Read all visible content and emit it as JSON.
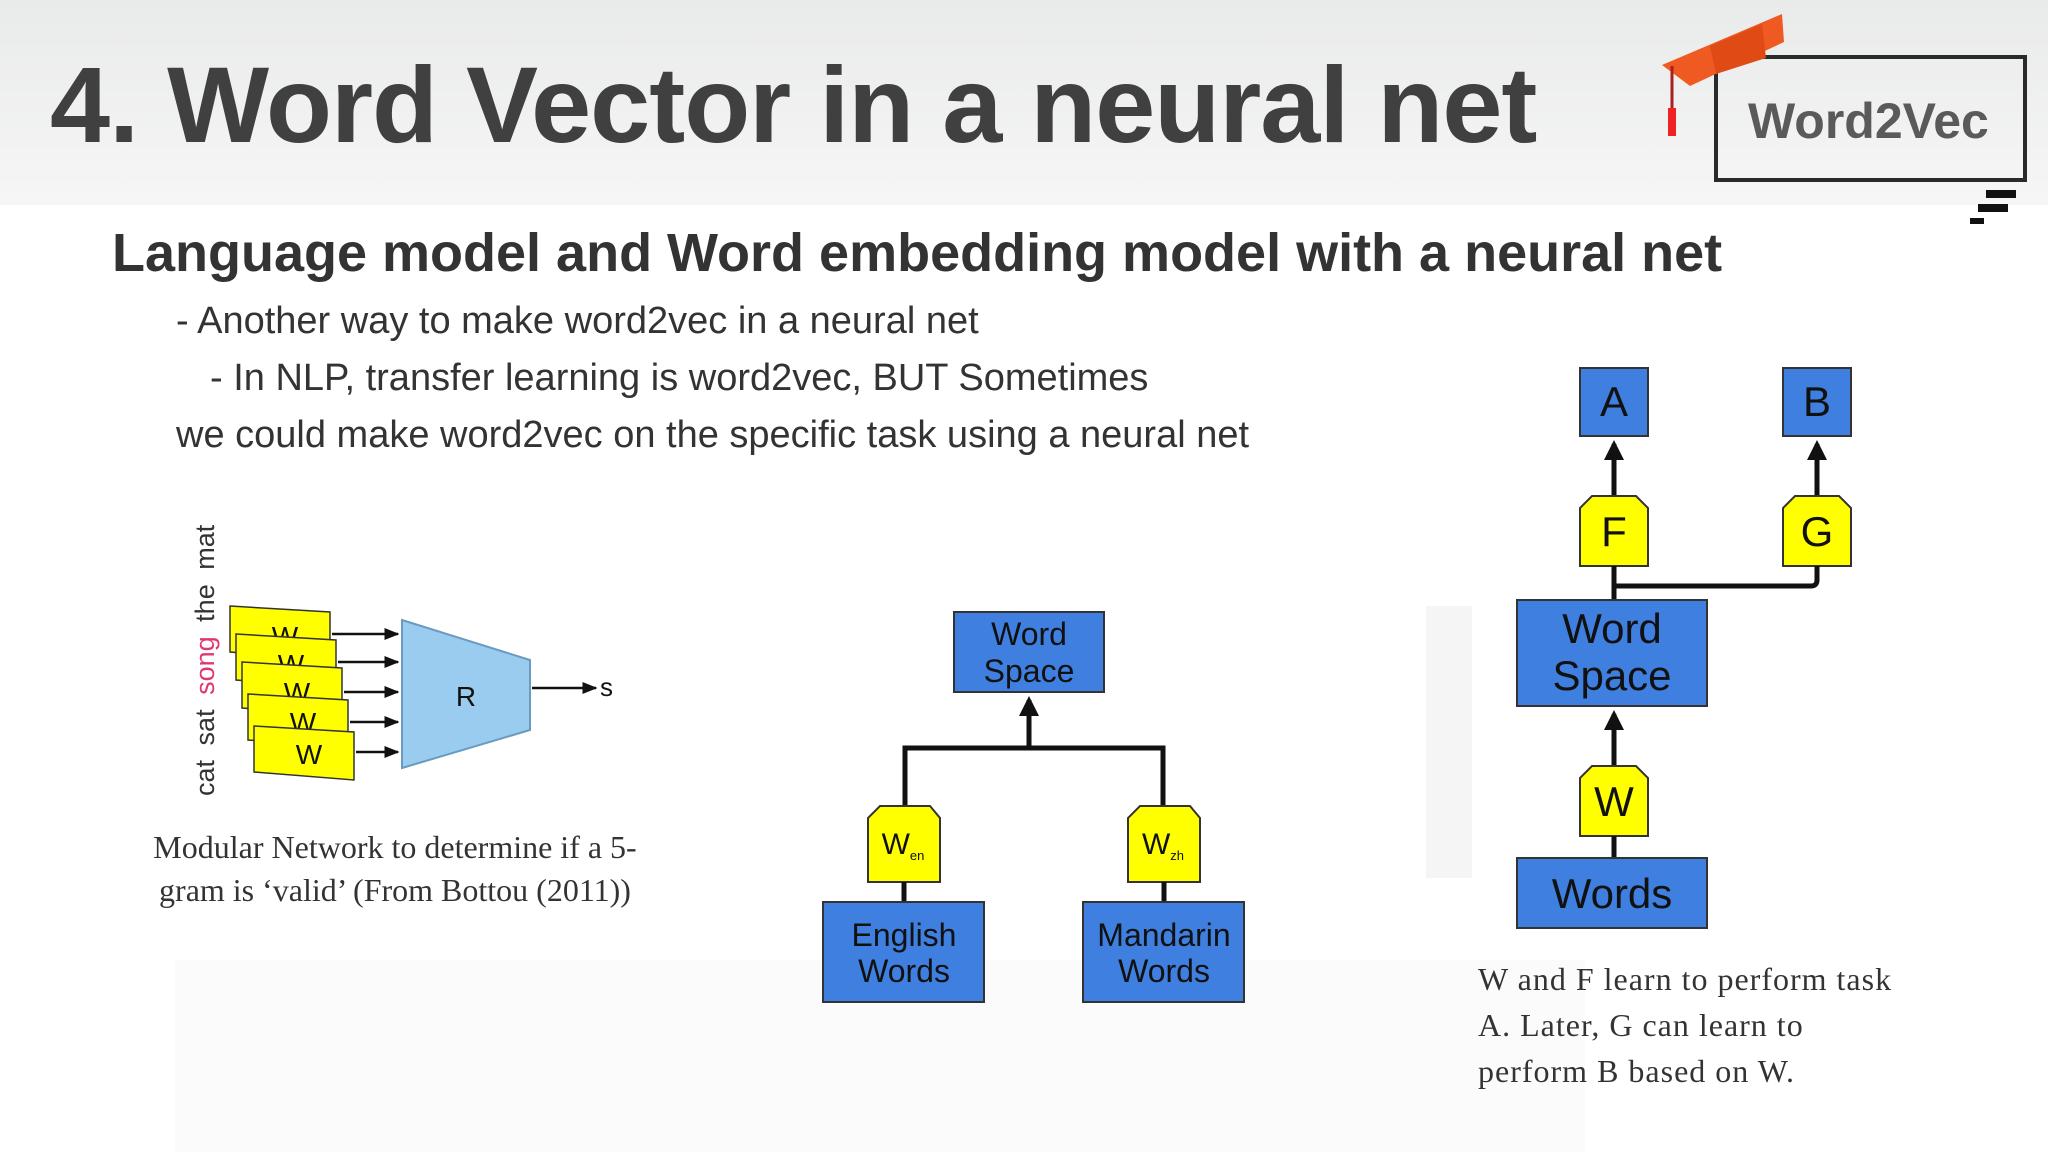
{
  "header": {
    "title": "4. Word Vector in a neural net",
    "logo_text": "Word2Vec"
  },
  "subtitle": "Language model and Word embedding model with a neural net",
  "bullets": [
    "- Another way to make word2vec in a neural net",
    "- In NLP, transfer learning is word2vec, BUT Sometimes",
    "we could make word2vec on the specific task using a neural net"
  ],
  "left_diagram": {
    "words": [
      "cat",
      "sat",
      "song",
      "the",
      "mat"
    ],
    "highlight_word": "song",
    "w_label": "W",
    "r_label": "R",
    "s_label": "s",
    "caption": "Modular Network to determine if a 5-gram is ‘valid’ (From Bottou (2011))",
    "colors": {
      "w_box": "#ffff00",
      "r_block": "#99ccee",
      "highlight": "#e0386e"
    }
  },
  "middle_diagram": {
    "top": [
      "Word",
      "Space"
    ],
    "left_param": "W",
    "left_param_sub": "en",
    "right_param": "W",
    "right_param_sub": "zh",
    "left_bottom": [
      "English",
      "Words"
    ],
    "right_bottom": [
      "Mandarin",
      "Words"
    ],
    "colors": {
      "box": "#3f7fe0",
      "param": "#ffff00"
    }
  },
  "right_diagram": {
    "task_a": "A",
    "task_b": "B",
    "f_label": "F",
    "g_label": "G",
    "word_space": [
      "Word",
      "Space"
    ],
    "w_label": "W",
    "words": "Words",
    "caption": "W and F learn to perform task A. Later, G can learn to perform B based on W.",
    "colors": {
      "box": "#3f7fe0",
      "param": "#ffff00"
    }
  }
}
